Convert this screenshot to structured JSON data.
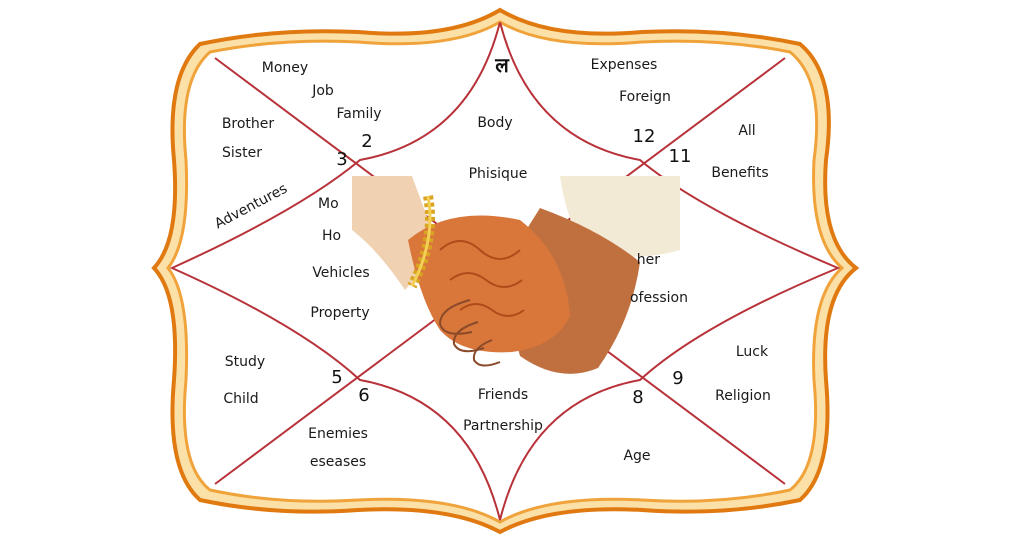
{
  "colors": {
    "frame_outer": "#f0a33a",
    "frame_inner": "#e07a10",
    "frame_fill": "#fbe0a8",
    "divider": "#b8323a",
    "skin_bride": "#d9773a",
    "skin_groom": "#c0703f",
    "henna": "#b04a1a",
    "bangle": "#d9a520",
    "sleeve": "#f2ead4"
  },
  "houses": {
    "h1": {
      "symbol": "ल",
      "labels": [
        "Body",
        "Phisique"
      ]
    },
    "h2": {
      "number": "2",
      "labels": [
        "Money",
        "Job",
        "Family"
      ]
    },
    "h3": {
      "number": "3",
      "labels": [
        "Brother",
        "Sister",
        "Adventures"
      ]
    },
    "h4": {
      "labels": [
        "Mo",
        "Ho",
        "Vehicles",
        "Property"
      ]
    },
    "h5": {
      "number": "5",
      "labels": [
        "Study",
        "Child"
      ]
    },
    "h6": {
      "number": "6",
      "labels": [
        "Enemies",
        "eseases"
      ]
    },
    "h7": {
      "labels": [
        "Friends",
        "Partnership"
      ]
    },
    "h8": {
      "number": "8",
      "labels": [
        "Age"
      ]
    },
    "h9": {
      "number": "9",
      "labels": [
        "Luck",
        "Religion"
      ]
    },
    "h10": {
      "labels": [
        "her",
        "ofession"
      ]
    },
    "h11": {
      "number": "11",
      "labels": [
        "All",
        "Benefits"
      ]
    },
    "h12": {
      "number": "12",
      "labels": [
        "Expenses",
        "Foreign"
      ]
    }
  }
}
